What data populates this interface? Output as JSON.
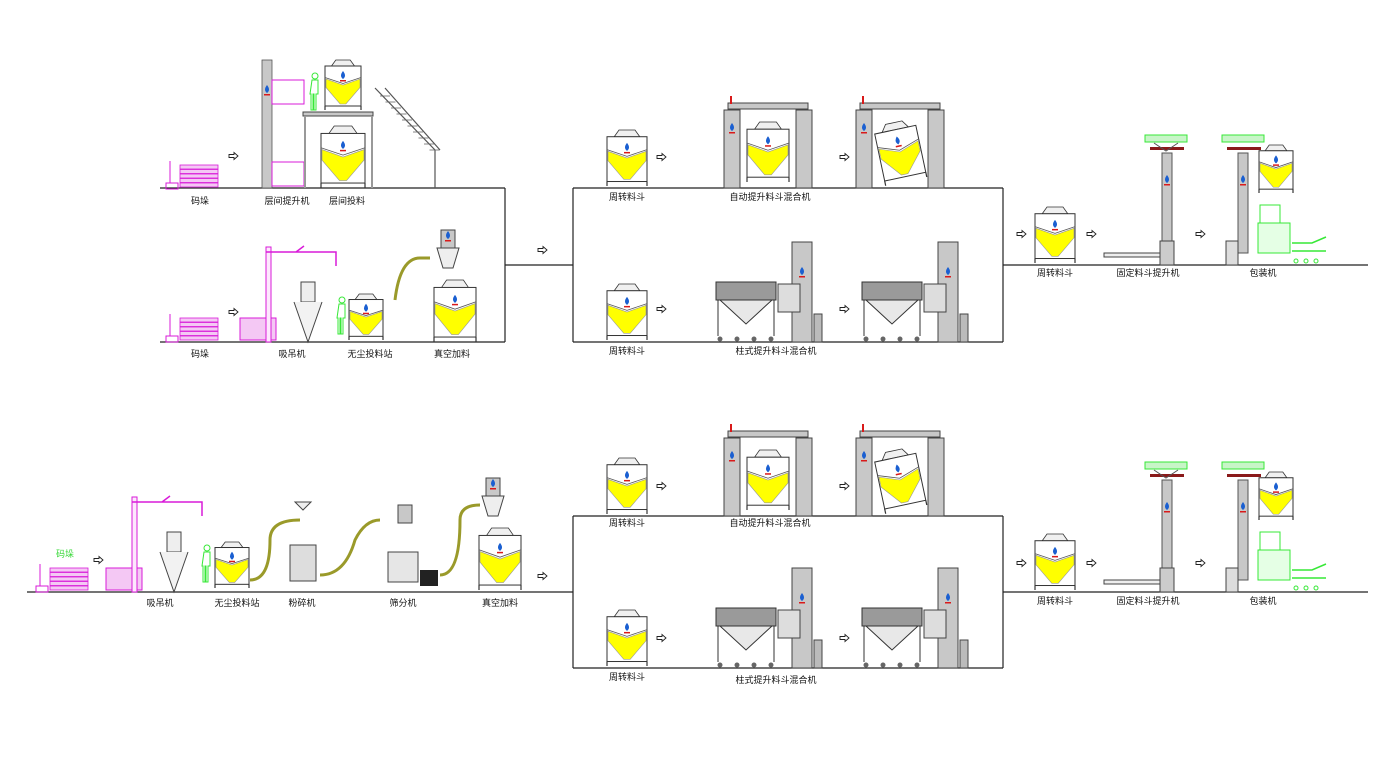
{
  "colors": {
    "material": "#ffff00",
    "steel": "#c8c8c8",
    "pallet": "#d91bd9",
    "operator": "#37e837",
    "packaging": "#37e837",
    "line": "#222222",
    "brand_blue": "#1a5fd1",
    "brand_red": "#d91a1a",
    "hose": "#9a9a2a"
  },
  "icons": {
    "arrow": "right-arrow-icon",
    "logo": "brand-drop-logo-icon"
  },
  "flow1": {
    "top": {
      "pallet": "码垛",
      "floor_lift": "层间提升机",
      "floor_feeding": "层间投料"
    },
    "bottom": {
      "pallet": "码垛",
      "vacuum_lifter": "吸吊机",
      "dustless_station": "无尘投料站",
      "vacuum_feeding": "真空加料"
    },
    "mix_upper": {
      "bin": "周转料斗",
      "mixer": "自动提升料斗混合机"
    },
    "mix_lower": {
      "bin": "周转料斗",
      "mixer": "柱式提升料斗混合机"
    },
    "pack": {
      "bin": "周转料斗",
      "lifter": "固定料斗提升机",
      "packer": "包装机"
    }
  },
  "flow2": {
    "feed": {
      "pallet": "码垛",
      "vacuum_lifter": "吸吊机",
      "dustless_station": "无尘投料站",
      "crusher": "粉碎机",
      "sieve": "筛分机",
      "vacuum_feeding": "真空加料"
    },
    "mix_upper": {
      "bin": "周转料斗",
      "mixer": "自动提升料斗混合机"
    },
    "mix_lower": {
      "bin": "周转料斗",
      "mixer": "柱式提升料斗混合机"
    },
    "pack": {
      "bin": "周转料斗",
      "lifter": "固定料斗提升机",
      "packer": "包装机"
    }
  }
}
